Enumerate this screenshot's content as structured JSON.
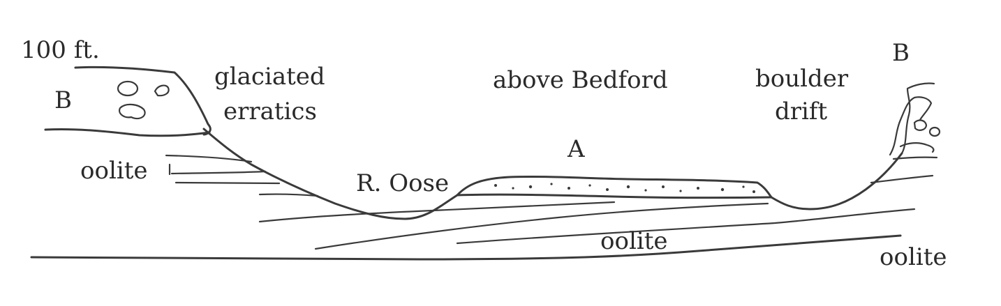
{
  "labels": {
    "height": "100 ft.",
    "b_left": "B",
    "b_right": "B",
    "glaciated": "glaciated",
    "erratics": "erratics",
    "above_bedford": "above Bedford",
    "boulder": "boulder",
    "drift": "drift",
    "a": "A",
    "river": "R. Oose",
    "oolite_left": "oolite",
    "oolite_center": "oolite",
    "oolite_right": "oolite"
  }
}
